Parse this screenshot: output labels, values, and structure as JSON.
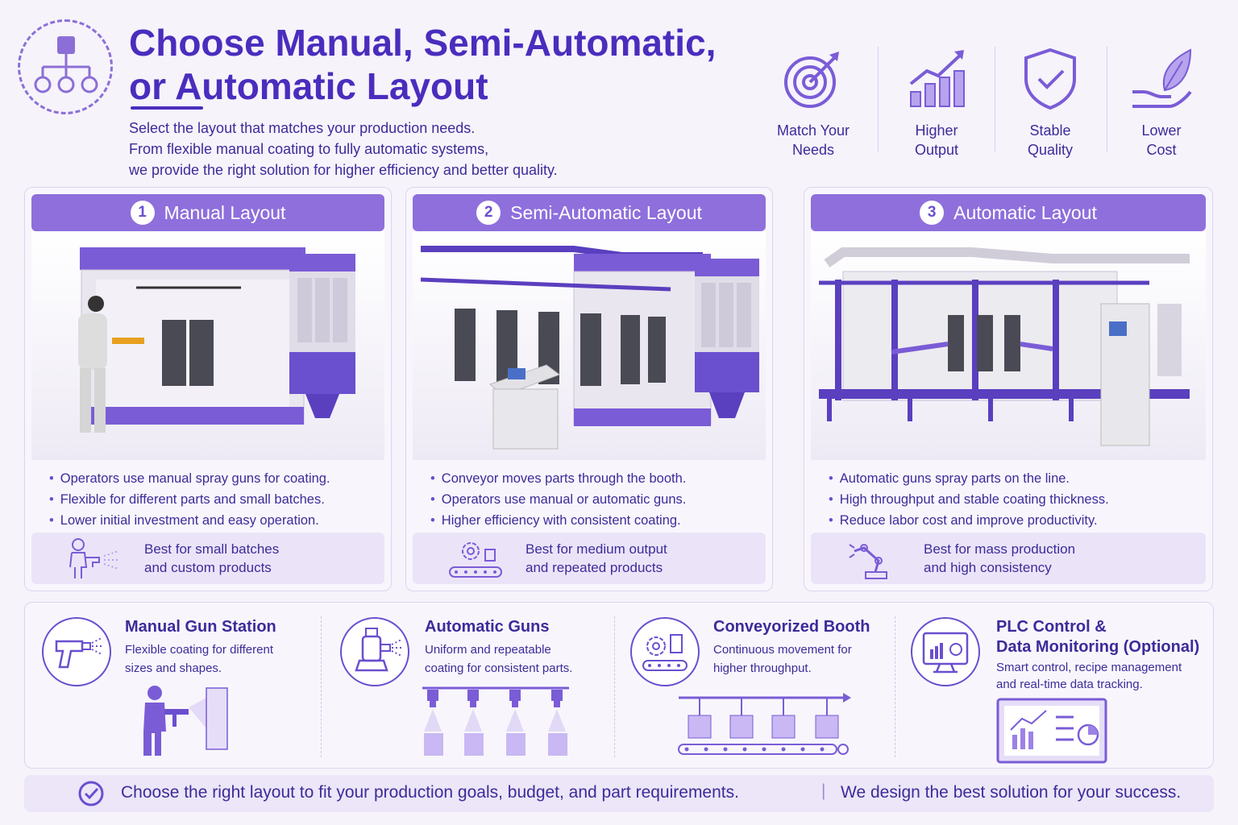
{
  "header": {
    "title_line1": "Choose Manual, Semi-Automatic,",
    "title_line2": "or Automatic Layout",
    "subtitle": [
      "Select the layout that matches your production needs.",
      "From flexible manual coating to fully automatic systems,",
      "we provide the right solution for higher efficiency and better quality."
    ],
    "logo_icon": "hierarchy-icon"
  },
  "benefits": [
    {
      "icon": "target-icon",
      "line1": "Match Your",
      "line2": "Needs"
    },
    {
      "icon": "growth-chart-icon",
      "line1": "Higher",
      "line2": "Output"
    },
    {
      "icon": "shield-check-icon",
      "line1": "Stable",
      "line2": "Quality"
    },
    {
      "icon": "leaf-hand-icon",
      "line1": "Lower",
      "line2": "Cost"
    }
  ],
  "cards": [
    {
      "number": "1",
      "title": "Manual Layout",
      "bullets": [
        "Operators use manual spray guns for coating.",
        "Flexible for different parts and small batches.",
        "Lower initial investment and easy operation."
      ],
      "best_line1": "Best for small batches",
      "best_line2": "and custom products",
      "best_icon": "operator-spray-icon"
    },
    {
      "number": "2",
      "title": "Semi-Automatic Layout",
      "bullets": [
        "Conveyor moves parts through the booth.",
        "Operators use manual or automatic guns.",
        "Higher efficiency with consistent coating."
      ],
      "best_line1": "Best for medium output",
      "best_line2": "and repeated products",
      "best_icon": "gear-conveyor-icon"
    },
    {
      "number": "3",
      "title": "Automatic Layout",
      "bullets": [
        "Automatic guns spray parts on the line.",
        "High throughput and stable coating thickness.",
        "Reduce labor cost and improve productivity."
      ],
      "best_line1": "Best for mass production",
      "best_line2": "and high consistency",
      "best_icon": "robot-arm-icon"
    }
  ],
  "features": [
    {
      "icon": "spray-gun-icon",
      "title": "Manual Gun Station",
      "desc": [
        "Flexible coating for different",
        "sizes and shapes."
      ]
    },
    {
      "icon": "automatic-gun-icon",
      "title": "Automatic Guns",
      "desc": [
        "Uniform and repeatable",
        "coating for consistent parts."
      ]
    },
    {
      "icon": "conveyor-booth-icon",
      "title": "Conveyorized Booth",
      "desc": [
        "Continuous movement for",
        "higher throughput."
      ]
    },
    {
      "icon": "monitor-dashboard-icon",
      "title": "PLC Control &",
      "title2": "Data Monitoring (Optional)",
      "desc": [
        "Smart control, recipe management",
        "and real-time data tracking."
      ]
    }
  ],
  "footer": {
    "icon": "check-circle-icon",
    "left": "Choose the right layout to fit your production goals, budget, and part requirements.",
    "divider": "|",
    "right": "We design the best solution for your success."
  },
  "colors": {
    "accent": "#8e6fdc",
    "dark": "#4a2dbd",
    "text": "#3d2b9a",
    "light": "#ebe4f8"
  }
}
